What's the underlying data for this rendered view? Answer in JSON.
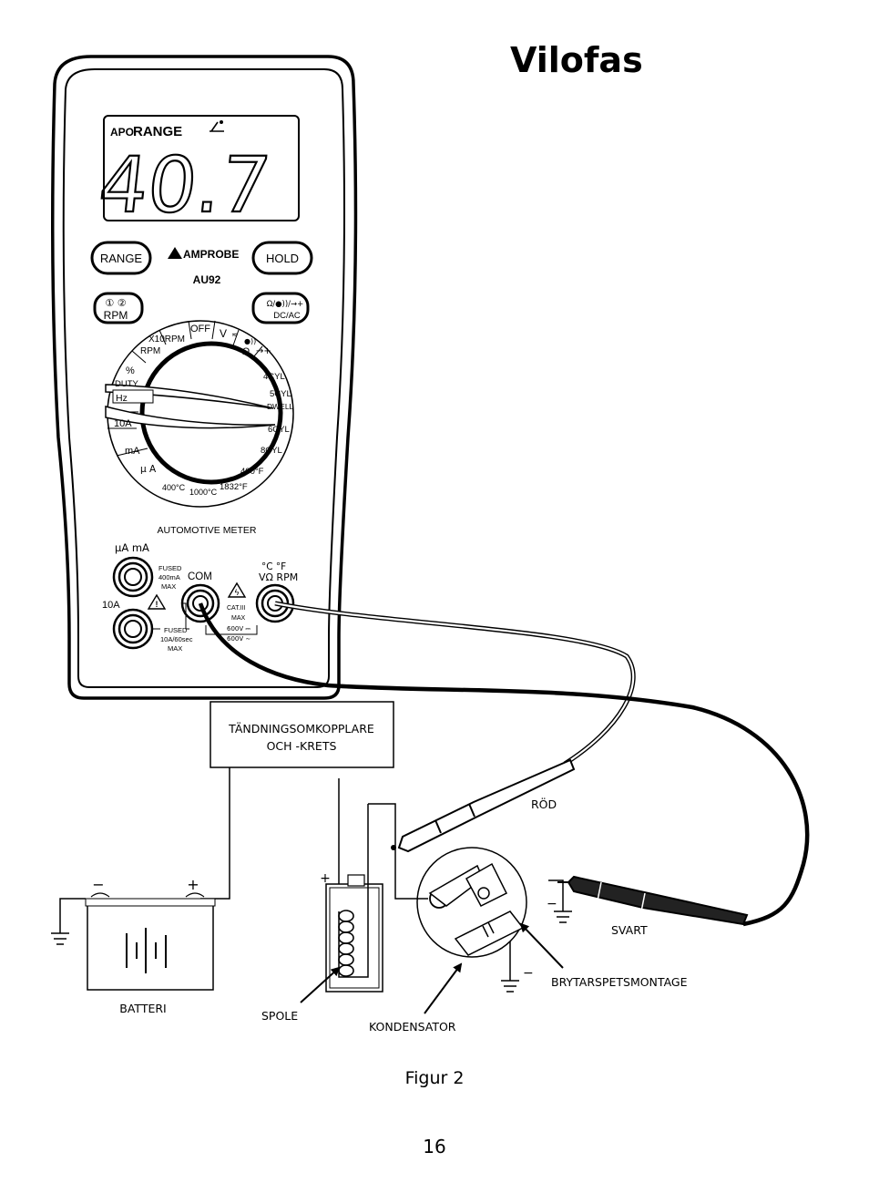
{
  "page": {
    "title": "Vilofas",
    "caption": "Figur 2",
    "page_number": "16"
  },
  "meter": {
    "apo": "APO",
    "range_indicator": "RANGE",
    "reading": "40.7",
    "brand": "AMPROBE",
    "model": "AU92",
    "buttons": {
      "range": "RANGE",
      "hold": "HOLD",
      "rpm_cyl": "① ②",
      "rpm": "RPM",
      "mode_top": "Ω/●))/→+",
      "mode_bottom": "DC/AC"
    },
    "dial": {
      "off": "OFF",
      "v": "V",
      "x10rpm": "X10RPM",
      "rpm": "RPM",
      "ohm": "Ω",
      "percent": "%",
      "duty": "DUTY",
      "hz": "Hz",
      "a10": "10A",
      "ma": "mA",
      "ua": "μ A",
      "c400": "400°C",
      "c1000": "1000°C",
      "f1832": "1832°F",
      "f400": "400°F",
      "cyl8": "8CYL",
      "cyl6": "6CYL",
      "cyl5": "5CYL",
      "dwell": "DWELL",
      "cyl4": "4CYL"
    },
    "automotive_label": "AUTOMOTIVE METER",
    "jacks": {
      "ua_ma": "μA mA",
      "fused_ma": [
        "FUSED",
        "400mA",
        "MAX"
      ],
      "com": "COM",
      "temp": "°C  °F",
      "v_ohm_rpm": "VΩ RPM",
      "a10": "10A",
      "cat": [
        "CAT.III",
        "MAX"
      ],
      "v600_dc": "600V ⎓",
      "v600_ac": "600V ∼",
      "fused_10a": [
        "FUSED",
        "10A/60sec",
        "MAX"
      ]
    }
  },
  "diagram": {
    "switch_box": [
      "TÄNDNINGSOMKOPPLARE",
      "OCH -KRETS"
    ],
    "red": "RÖD",
    "black": "SVART",
    "breaker_assembly": "BRYTARSPETSMONTAGE",
    "battery": "BATTERI",
    "coil": "SPOLE",
    "capacitor": "KONDENSATOR",
    "minus": "−",
    "plus": "+"
  }
}
